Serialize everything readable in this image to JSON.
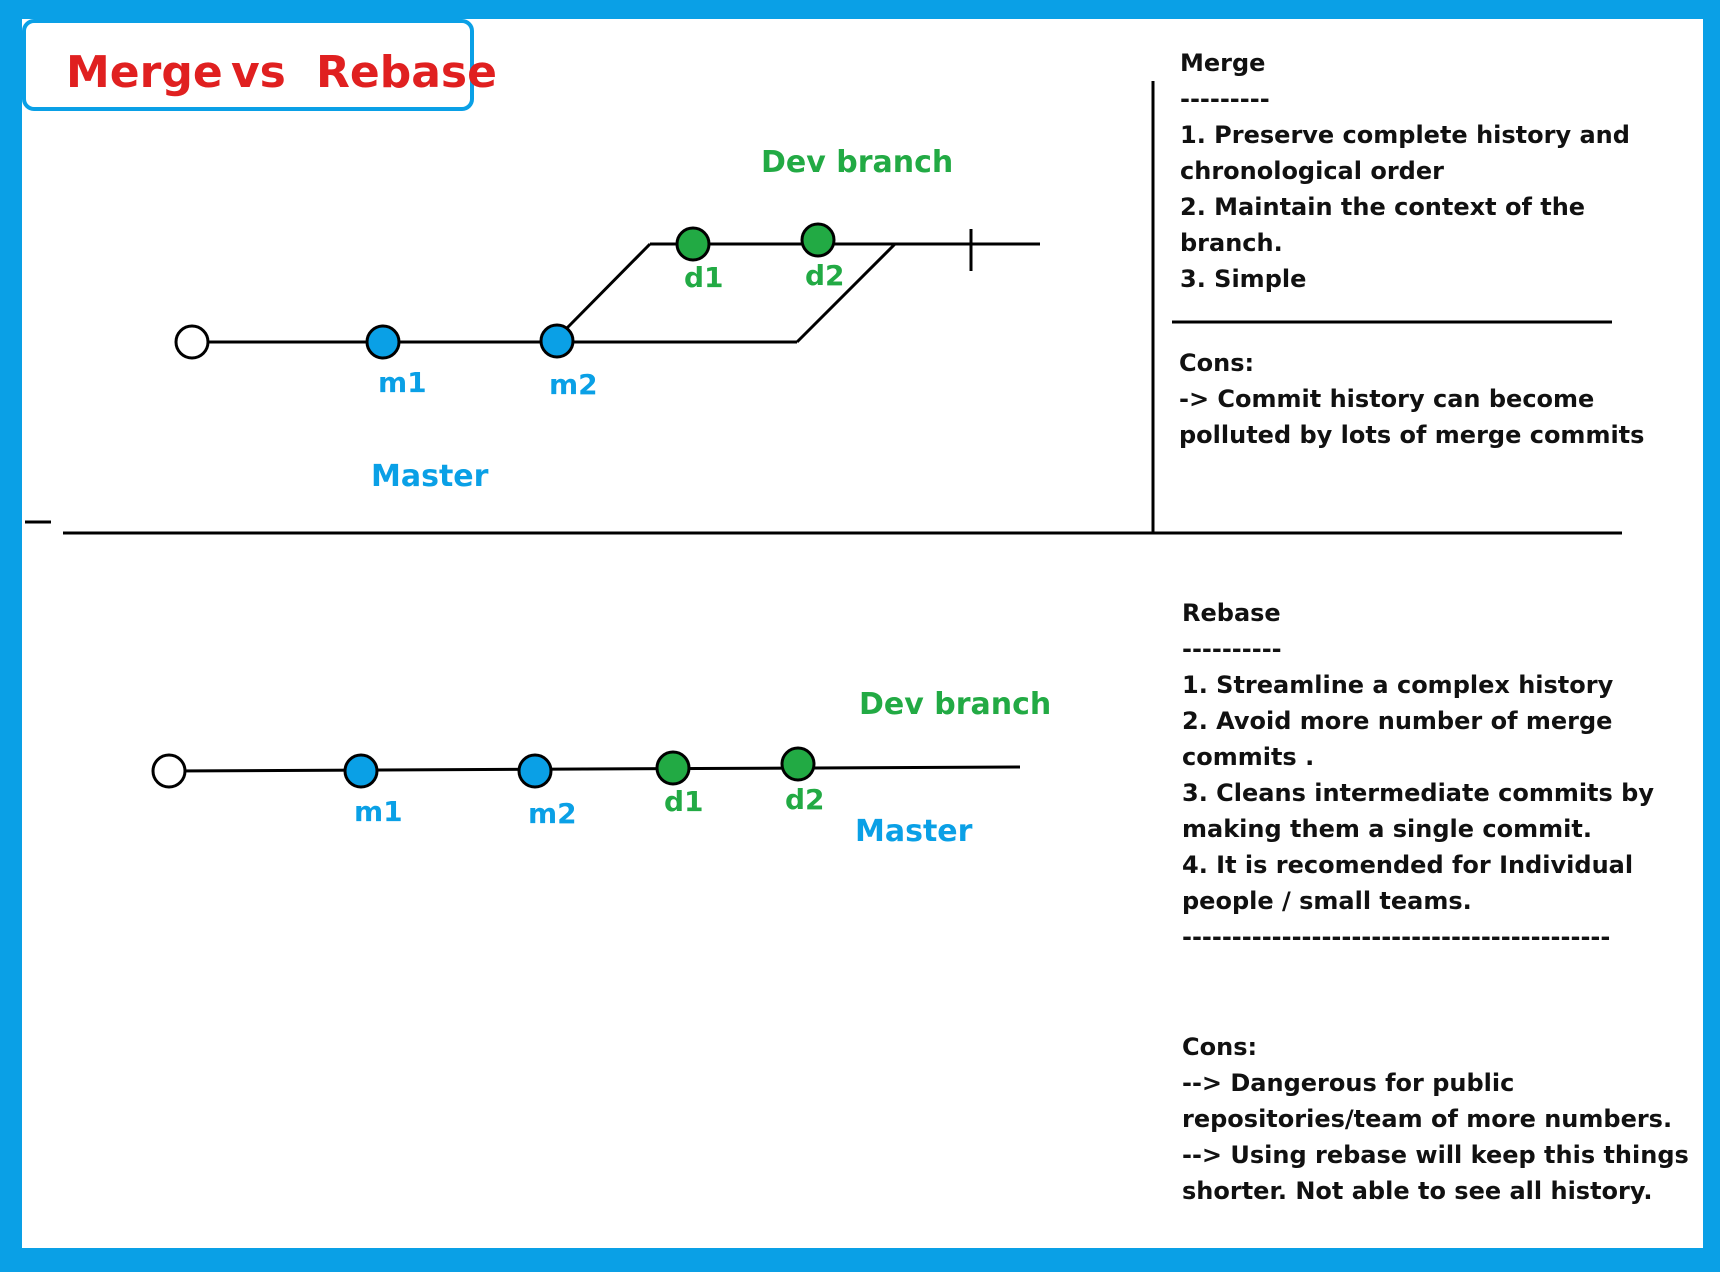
{
  "title": {
    "merge": "Merge",
    "vs": "vs",
    "rebase": "Rebase"
  },
  "colors": {
    "frame": "#0aa0e6",
    "master": "#0aa0e6",
    "dev": "#22aa44",
    "title": "#e02020"
  },
  "merge_diagram": {
    "dev_label": "Dev branch",
    "master_label": "Master",
    "commits": [
      "m1",
      "m2",
      "d1",
      "d2"
    ]
  },
  "rebase_diagram": {
    "dev_label": "Dev branch",
    "master_label": "Master",
    "commits": [
      "m1",
      "m2",
      "d1",
      "d2"
    ]
  },
  "merge_panel": {
    "heading": "Merge",
    "rule": "---------",
    "pros": [
      "1. Preserve complete history and",
      "chronological order",
      "2. Maintain the context of the",
      "branch.",
      "3. Simple"
    ],
    "cons_heading": "Cons:",
    "cons": [
      "-> Commit history can become",
      "polluted by lots of merge commits"
    ]
  },
  "rebase_panel": {
    "heading": "Rebase",
    "rule": "----------",
    "pros": [
      "1. Streamline a complex history",
      "2. Avoid more number of merge",
      "commits .",
      "3. Cleans intermediate commits by",
      "making them a single commit.",
      "4. It is recomended for Individual",
      "people / small teams."
    ],
    "rule2": "-------------------------------------------",
    "cons_heading": "Cons:",
    "cons": [
      "--> Dangerous for public",
      "repositories/team of more numbers.",
      "--> Using rebase will keep this things",
      "shorter. Not able to see all history."
    ]
  }
}
